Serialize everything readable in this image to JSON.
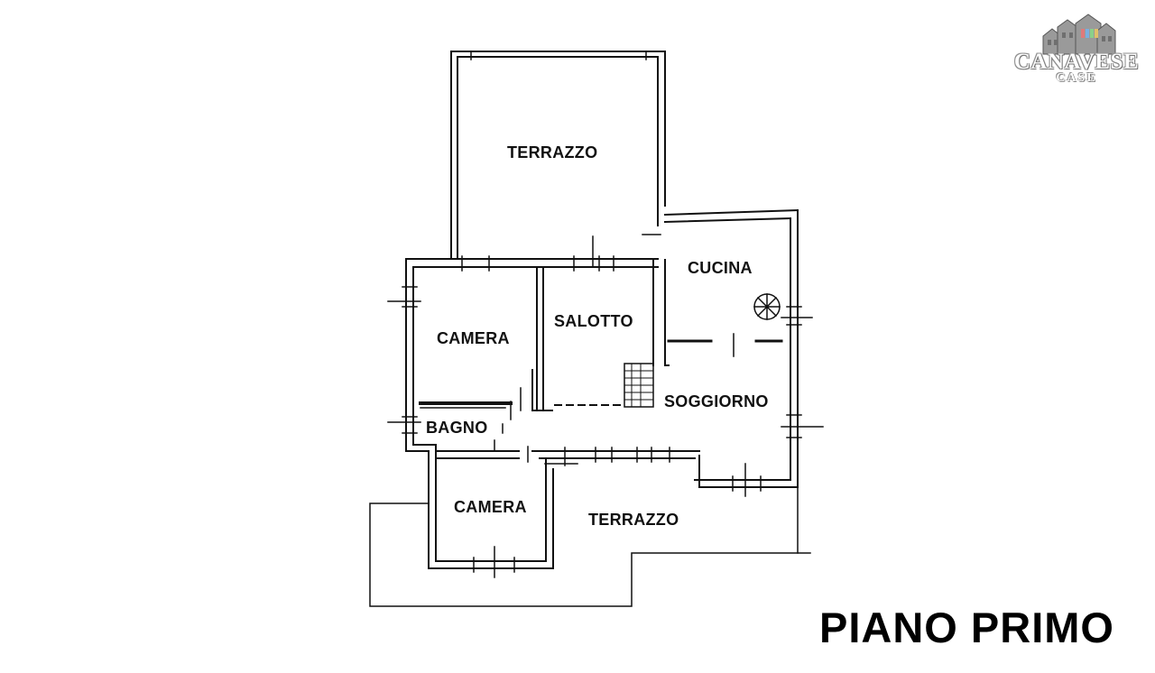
{
  "logo": {
    "name": "CANAVESE",
    "sub": "CASE"
  },
  "plan": {
    "title": "PIANO PRIMO",
    "rooms": [
      {
        "id": "terrazzo-top",
        "label": "TERRAZZO"
      },
      {
        "id": "cucina",
        "label": "CUCINA"
      },
      {
        "id": "salotto",
        "label": "SALOTTO"
      },
      {
        "id": "camera-upper",
        "label": "CAMERA"
      },
      {
        "id": "soggiorno",
        "label": "SOGGIORNO"
      },
      {
        "id": "bagno",
        "label": "BAGNO"
      },
      {
        "id": "camera-lower",
        "label": "CAMERA"
      },
      {
        "id": "terrazzo-bottom",
        "label": "TERRAZZO"
      }
    ]
  },
  "colors": {
    "wall": "#111111",
    "background": "#ffffff"
  }
}
